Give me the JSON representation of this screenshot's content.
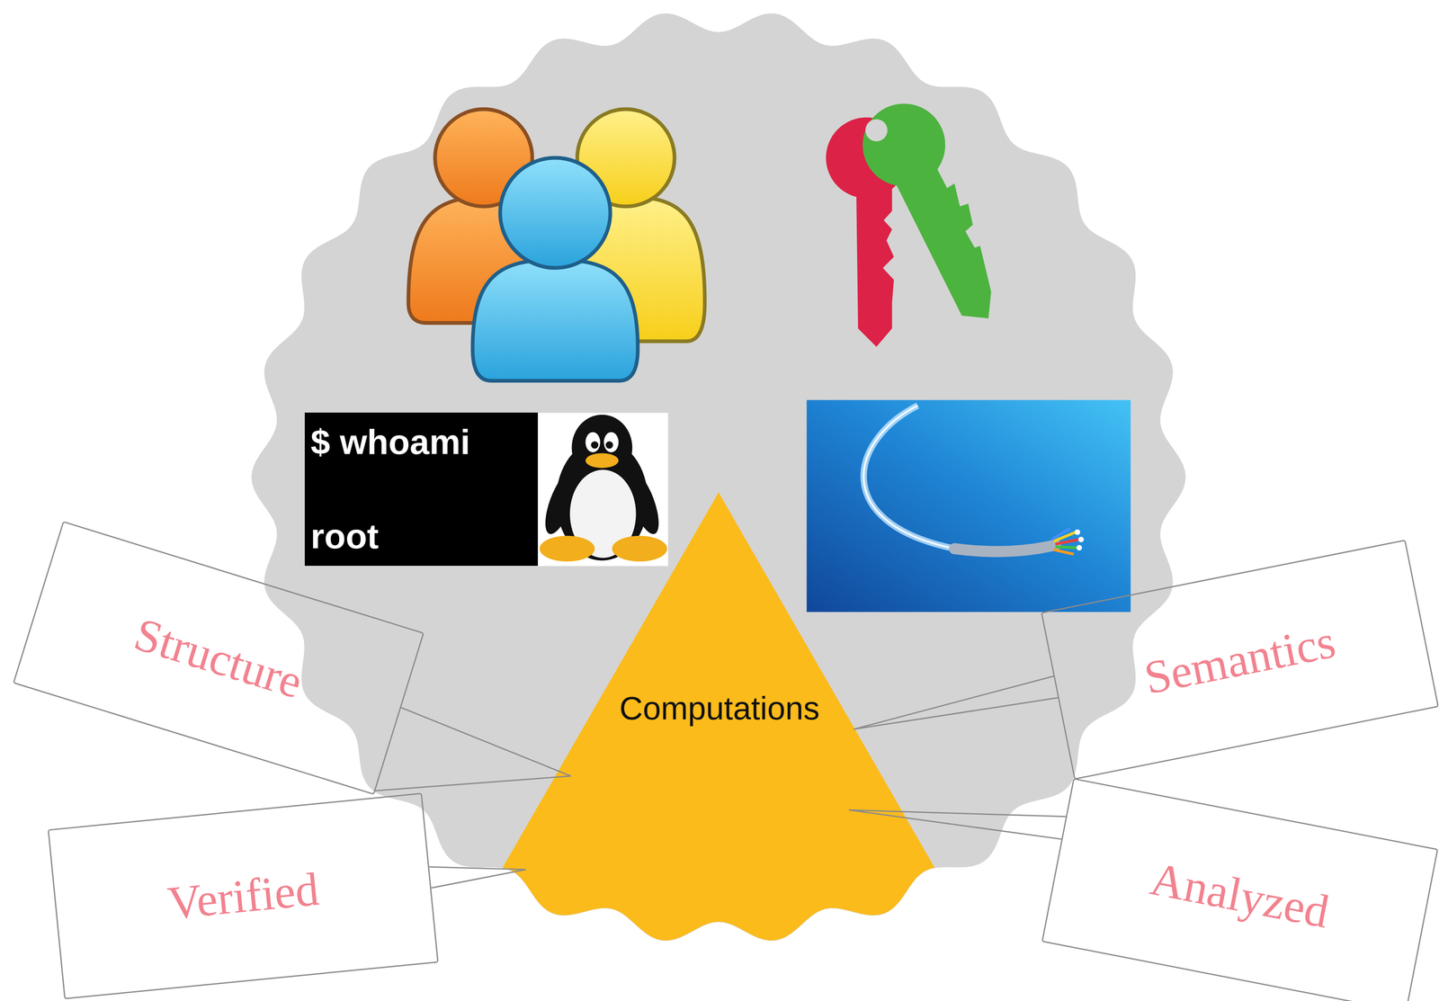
{
  "diagram": {
    "nodes": [
      {
        "text": [
          "$ whoami",
          "root"
        ]
      },
      {
        "text": [
          "Structure"
        ]
      },
      {
        "text": [
          "Semantics"
        ]
      },
      {
        "text": [
          "Computations"
        ]
      },
      {
        "text": [
          "Verified"
        ]
      },
      {
        "text": [
          "Analyzed"
        ]
      }
    ],
    "edges": [
      {
        "from": 1,
        "to": 3,
        "arrow": "none"
      },
      {
        "from": 2,
        "to": 3,
        "arrow": "none"
      },
      {
        "from": 4,
        "to": 3,
        "arrow": "none"
      },
      {
        "from": 5,
        "to": 3,
        "arrow": "none"
      }
    ]
  }
}
